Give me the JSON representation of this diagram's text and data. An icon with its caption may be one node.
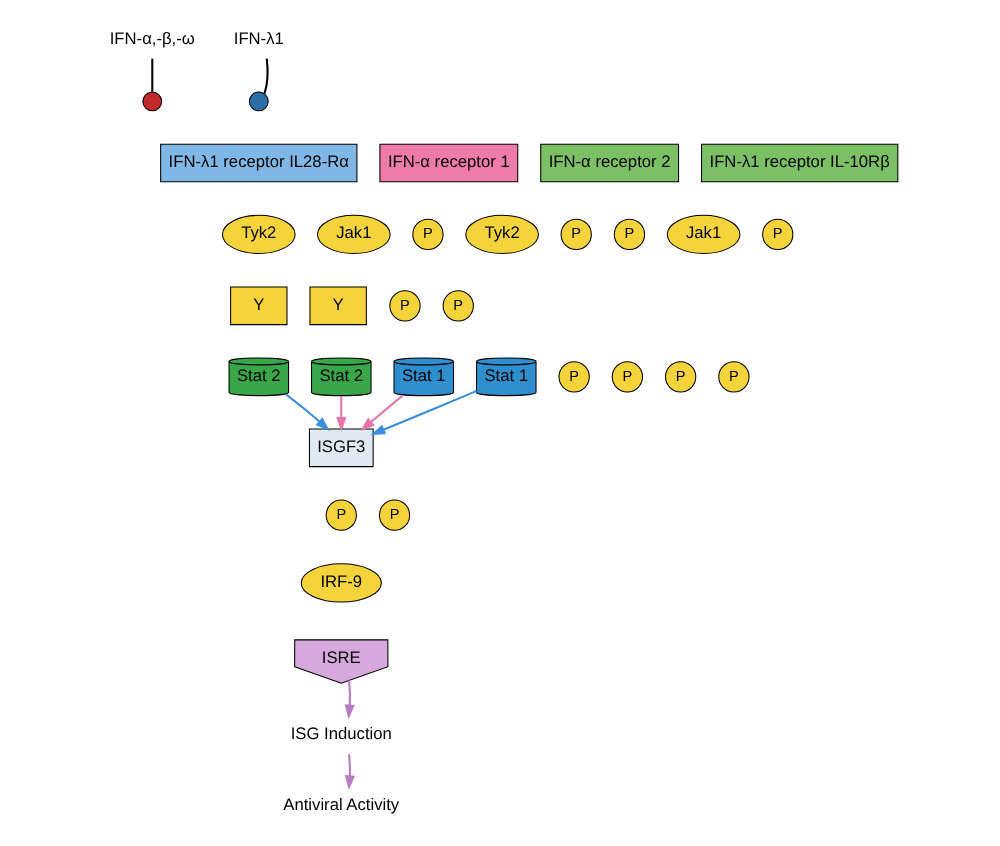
{
  "diagram": {
    "nodes": [
      {
        "text": [
          "IFN-α,-β,-ω"
        ]
      },
      {
        "text": [],
        "shape": "circle"
      },
      {
        "text": [
          "IFN-α receptor 1"
        ]
      },
      {
        "text": [
          "IFN-α receptor 2"
        ]
      },
      {
        "text": [
          "Jak1"
        ]
      },
      {
        "text": [
          "P"
        ]
      },
      {
        "text": [
          "Tyk2"
        ]
      },
      {
        "text": [
          "P"
        ]
      },
      {
        "text": [
          "Y"
        ]
      },
      {
        "text": [
          "P"
        ]
      },
      {
        "text": [
          "Stat 2"
        ]
      },
      {
        "text": [
          "P"
        ]
      },
      {
        "text": [
          "Stat 1"
        ]
      },
      {
        "text": [
          "P"
        ]
      },
      {
        "text": [
          "IFN-λ1"
        ]
      },
      {
        "text": [],
        "shape": "circle"
      },
      {
        "text": [
          "IFN-λ1 receptor IL28-Rα"
        ]
      },
      {
        "text": [
          "IFN-λ1 receptor IL-10Rβ"
        ]
      },
      {
        "text": [
          "Tyk2"
        ]
      },
      {
        "text": [
          "P"
        ]
      },
      {
        "text": [
          "Jak1"
        ]
      },
      {
        "text": [
          "P"
        ]
      },
      {
        "text": [
          "Y"
        ]
      },
      {
        "text": [
          "P"
        ]
      },
      {
        "text": [
          "Stat 2"
        ]
      },
      {
        "text": [
          "P"
        ]
      },
      {
        "text": [
          "Stat 1"
        ]
      },
      {
        "text": [
          "P"
        ]
      },
      {
        "text": [
          "ISGF3"
        ]
      },
      {
        "text": [
          "P"
        ]
      },
      {
        "text": [
          "P"
        ]
      },
      {
        "text": [
          "IRF-9"
        ]
      },
      {
        "text": [
          "ISRE"
        ]
      },
      {
        "text": [
          "ISG Induction"
        ]
      },
      {
        "text": [
          "Antiviral Activity"
        ]
      }
    ],
    "edges": [
      {
        "from": 0,
        "to": 1,
        "arrow": "none"
      },
      {
        "from": 14,
        "to": 15,
        "arrow": "none"
      },
      {
        "from": 10,
        "to": 28,
        "arrow": "to",
        "color": "#e873a8"
      },
      {
        "from": 12,
        "to": 28,
        "arrow": "to",
        "color": "#e873a8"
      },
      {
        "from": 24,
        "to": 28,
        "arrow": "to",
        "color": "#3a90dc"
      },
      {
        "from": 26,
        "to": 28,
        "arrow": "to",
        "color": "#3a90dc"
      },
      {
        "from": 32,
        "to": 33,
        "arrow": "to",
        "color": "#b97cc4"
      },
      {
        "from": 33,
        "to": 34,
        "arrow": "to",
        "color": "#b97cc4"
      }
    ]
  }
}
